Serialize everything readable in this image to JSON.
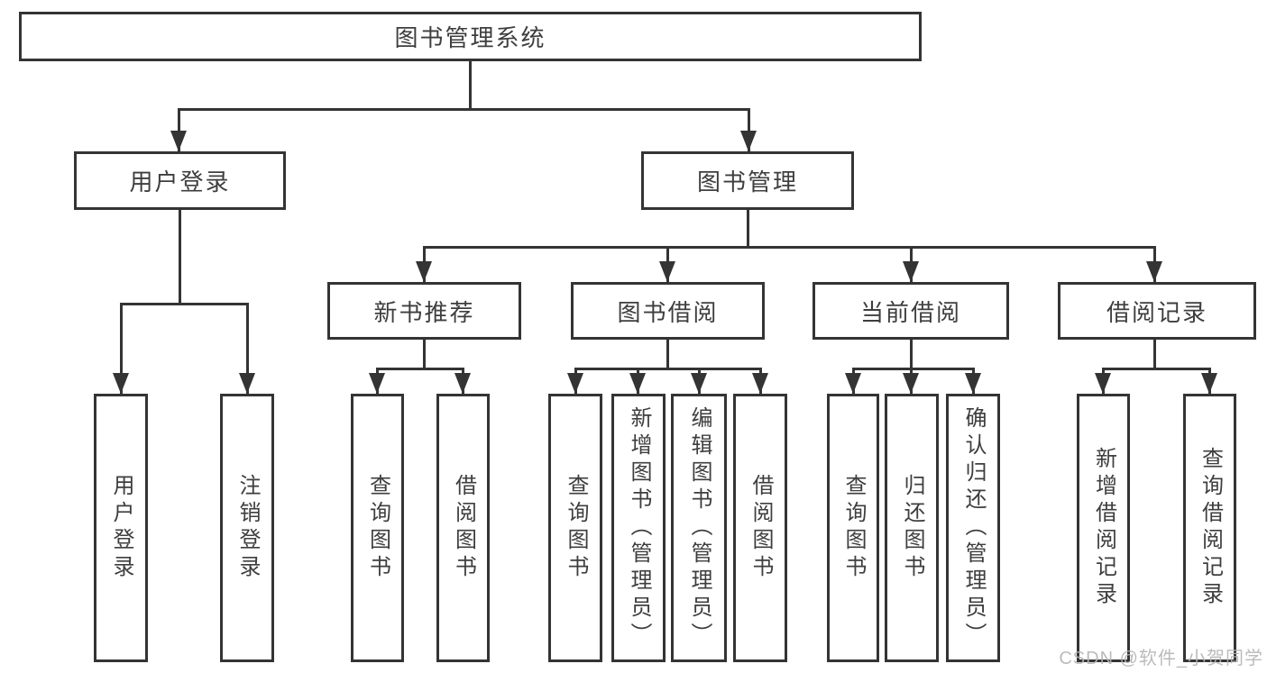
{
  "diagram": {
    "title": "图书管理系统",
    "branches": [
      {
        "label": "用户登录",
        "children": [
          "用户登录",
          "注销登录"
        ]
      },
      {
        "label": "图书管理",
        "sections": [
          {
            "label": "新书推荐",
            "children": [
              "查询图书",
              "借阅图书"
            ]
          },
          {
            "label": "图书借阅",
            "children": [
              "查询图书",
              "新增图书（管理员）",
              "编辑图书（管理员）",
              "借阅图书"
            ]
          },
          {
            "label": "当前借阅",
            "children": [
              "查询图书",
              "归还图书",
              "确认归还（管理员）"
            ]
          },
          {
            "label": "借阅记录",
            "children": [
              "新增借阅记录",
              "查询借阅记录"
            ]
          }
        ]
      }
    ]
  },
  "watermark": {
    "text": "CSDN @软件_小贺同学"
  },
  "style": {
    "line_color": "#343434",
    "text_color": "#3e3e3e",
    "watermark_color": "#b4b4b4",
    "bg_color": "#ffffff"
  }
}
